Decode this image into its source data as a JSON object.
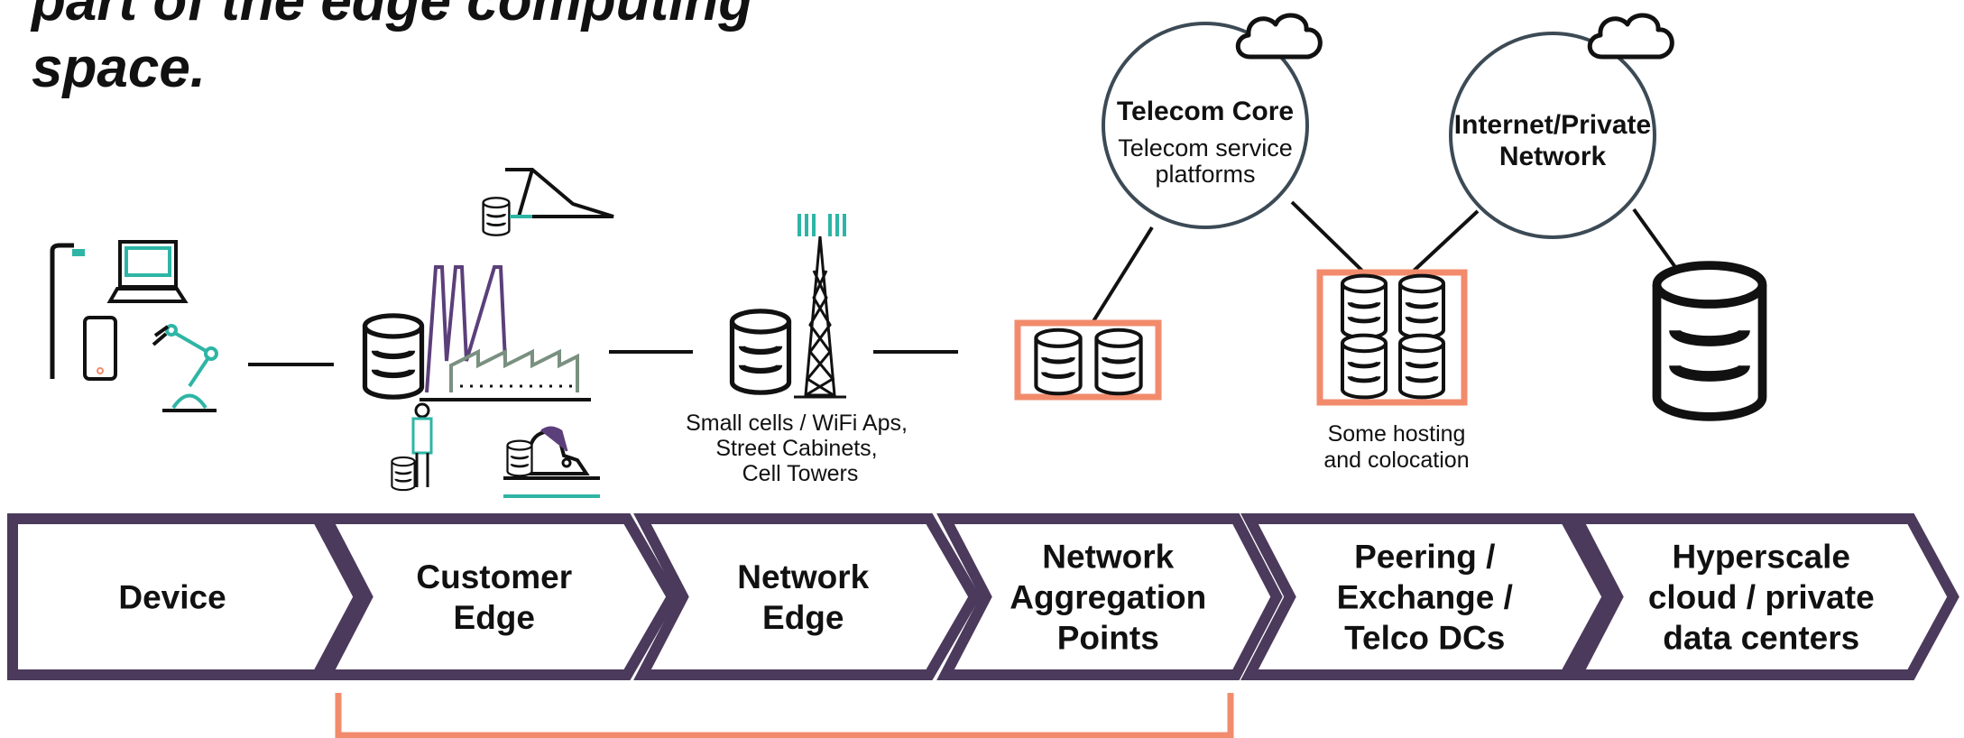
{
  "title": {
    "line1": "part of the edge computing",
    "line2": "space."
  },
  "stages": [
    {
      "lines": [
        "Device"
      ]
    },
    {
      "lines": [
        "Customer",
        "Edge"
      ]
    },
    {
      "lines": [
        "Network",
        "Edge"
      ]
    },
    {
      "lines": [
        "Network",
        "Aggregation",
        "Points"
      ]
    },
    {
      "lines": [
        "Peering /",
        "Exchange /",
        "Telco DCs"
      ]
    },
    {
      "lines": [
        "Hyperscale",
        "cloud / private",
        "data centers"
      ]
    }
  ],
  "captions": {
    "network_edge": [
      "Small cells / WiFi Aps,",
      "Street Cabinets,",
      "Cell Towers"
    ],
    "hosting": [
      "Some hosting",
      "and colocation"
    ]
  },
  "clouds": {
    "telecom_core": {
      "title": "Telecom Core",
      "sub": [
        "Telecom service",
        "platforms"
      ]
    },
    "internet": {
      "title": [
        "Internet/Private",
        "Network"
      ]
    }
  },
  "colors": {
    "chevron": "#4b3a5c",
    "accent": "#f28b6c",
    "teal": "#2eb5a5",
    "purple": "#5b3f7a",
    "ink": "#111111",
    "circle": "#3c4a55"
  },
  "icons": [
    "street-lamp-icon",
    "laptop-icon",
    "phone-icon",
    "robot-arm-icon",
    "database-icon",
    "factory-icon",
    "airplane-icon",
    "person-icon",
    "car-icon",
    "cell-tower-icon",
    "cloud-icon"
  ]
}
